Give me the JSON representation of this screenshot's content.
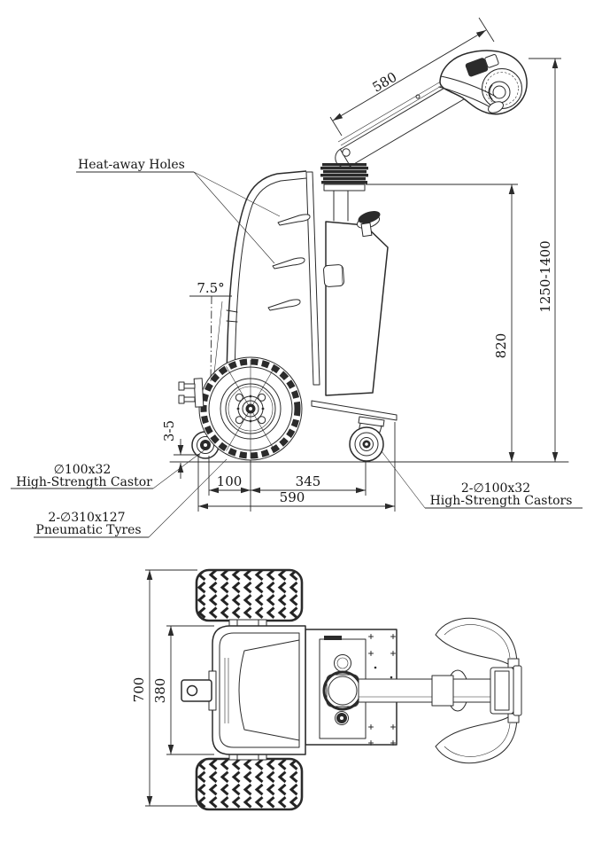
{
  "page": {
    "bg": "#ffffff",
    "ink": "#2b2b2b"
  },
  "labels": {
    "heat_away_holes": "Heat-away Holes",
    "castor_left_spec": "∅100x32",
    "castor_left_name": "High-Strength Castor",
    "tyres_spec": "2-∅310x127",
    "tyres_name": "Pneumatic Tyres",
    "castors_right_spec": "2-∅100x32",
    "castors_right_name": "High-Strength Castors"
  },
  "dimensions": {
    "handle_length": "580",
    "handle_height_range": "1250-1400",
    "deck_height": "820",
    "steer_tilt_angle": "7.5°",
    "castor_ground_clearance": "3-5",
    "wheel_to_rear_castor": "100",
    "wheel_to_front_castor": "345",
    "overall_length": "590",
    "overall_width": "700",
    "body_width": "380"
  }
}
